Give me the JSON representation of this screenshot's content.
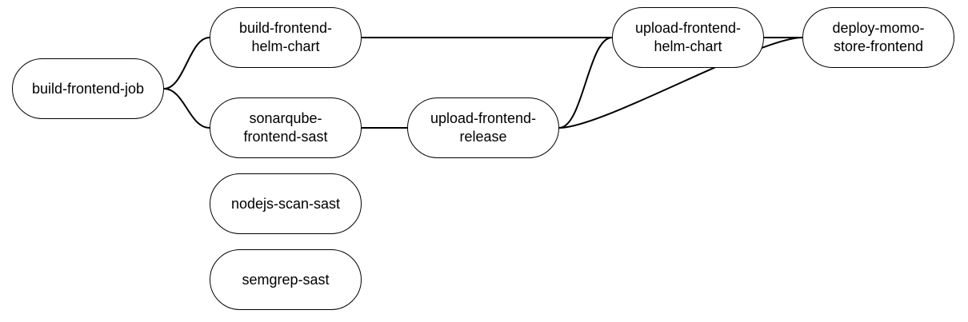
{
  "pipeline": {
    "jobs": [
      {
        "id": "build-frontend-job",
        "label": "build-frontend-job"
      },
      {
        "id": "build-frontend-helm-chart",
        "label": "build-frontend-\nhelm-chart"
      },
      {
        "id": "sonarqube-frontend-sast",
        "label": "sonarqube-\nfrontend-sast"
      },
      {
        "id": "nodejs-scan-sast",
        "label": "nodejs-scan-sast"
      },
      {
        "id": "semgrep-sast",
        "label": "semgrep-sast"
      },
      {
        "id": "upload-frontend-release",
        "label": "upload-frontend-\nrelease"
      },
      {
        "id": "upload-frontend-helm-chart",
        "label": "upload-frontend-\nhelm-chart"
      },
      {
        "id": "deploy-momo-store-frontend",
        "label": "deploy-momo-\nstore-frontend"
      }
    ],
    "dependencies": [
      {
        "from": "build-frontend-job",
        "to": "build-frontend-helm-chart"
      },
      {
        "from": "build-frontend-job",
        "to": "sonarqube-frontend-sast"
      },
      {
        "from": "build-frontend-helm-chart",
        "to": "upload-frontend-helm-chart"
      },
      {
        "from": "sonarqube-frontend-sast",
        "to": "upload-frontend-release"
      },
      {
        "from": "upload-frontend-release",
        "to": "upload-frontend-helm-chart"
      },
      {
        "from": "upload-frontend-release",
        "to": "deploy-momo-store-frontend"
      },
      {
        "from": "upload-frontend-helm-chart",
        "to": "deploy-momo-store-frontend"
      }
    ]
  }
}
